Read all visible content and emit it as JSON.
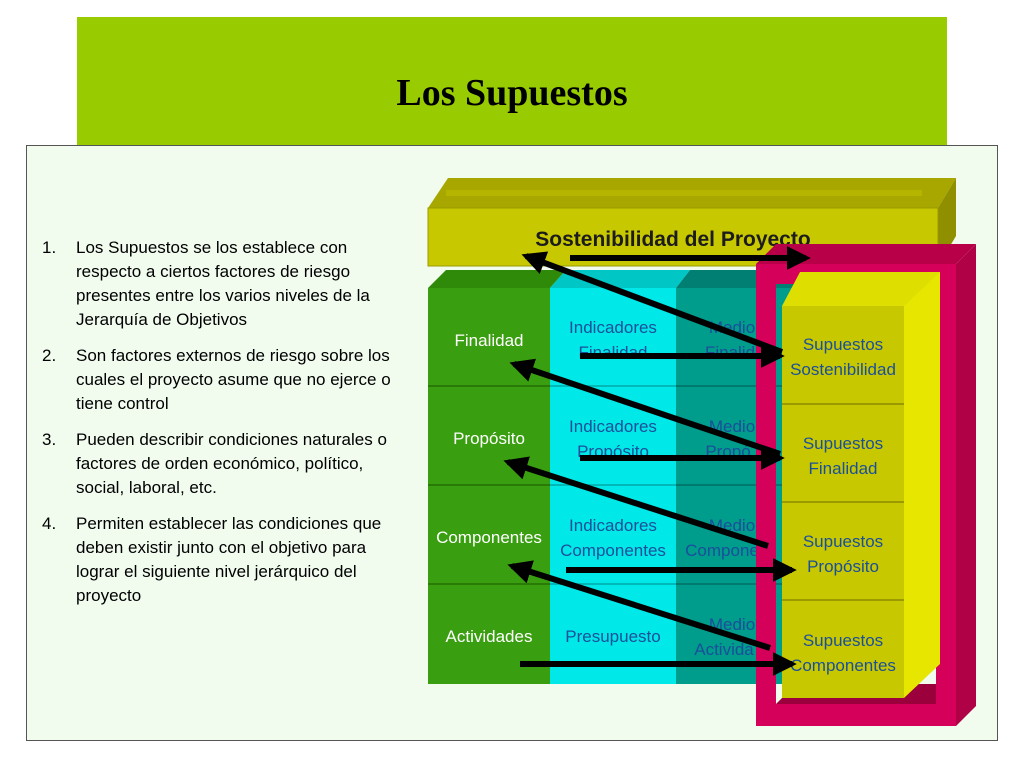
{
  "slide": {
    "title": "Los Supuestos",
    "points": [
      "Los Supuestos se los establece con respecto a ciertos factores de riesgo presentes entre los varios niveles de la Jerarquía de Objetivos",
      "Son factores externos de riesgo sobre los cuales el proyecto asume que no ejerce o tiene control",
      "Pueden describir condiciones naturales o factores de orden económico, político, social, laboral, etc.",
      "Permiten establecer las condiciones que deben existir junto con el objetivo para lograr el siguiente nivel jerárquico del proyecto"
    ],
    "point_numbers": [
      "1.",
      "2.",
      "3.",
      "4."
    ]
  },
  "diagram": {
    "header": "Sostenibilidad del Proyecto",
    "columns": {
      "objetivos": [
        "Finalidad",
        "Propósito",
        "Componentes",
        "Actividades"
      ],
      "indicadores": [
        [
          "Indicadores",
          "Finalidad"
        ],
        [
          "Indicadores",
          "Propósito"
        ],
        [
          "Indicadores",
          "Componentes"
        ],
        [
          "Presupuesto"
        ]
      ],
      "medios": [
        [
          "Medio",
          "Finalid"
        ],
        [
          "Medio",
          "Propó"
        ],
        [
          "Medio",
          "Compone"
        ],
        [
          "Medio",
          "Activida"
        ]
      ],
      "supuestos": [
        [
          "Supuestos",
          "Sostenibilidad"
        ],
        [
          "Supuestos",
          "Finalidad"
        ],
        [
          "Supuestos",
          "Propósito"
        ],
        [
          "Supuestos",
          "Componentes"
        ]
      ]
    },
    "colors": {
      "title_band": "#99cc00",
      "header": "#c8c800",
      "objetivos": "#3a9f10",
      "indicadores": "#00e8e8",
      "medios": "#009c8c",
      "supuestos": "#c8c800",
      "frame": "#d4005a",
      "arrow": "#000000"
    }
  }
}
